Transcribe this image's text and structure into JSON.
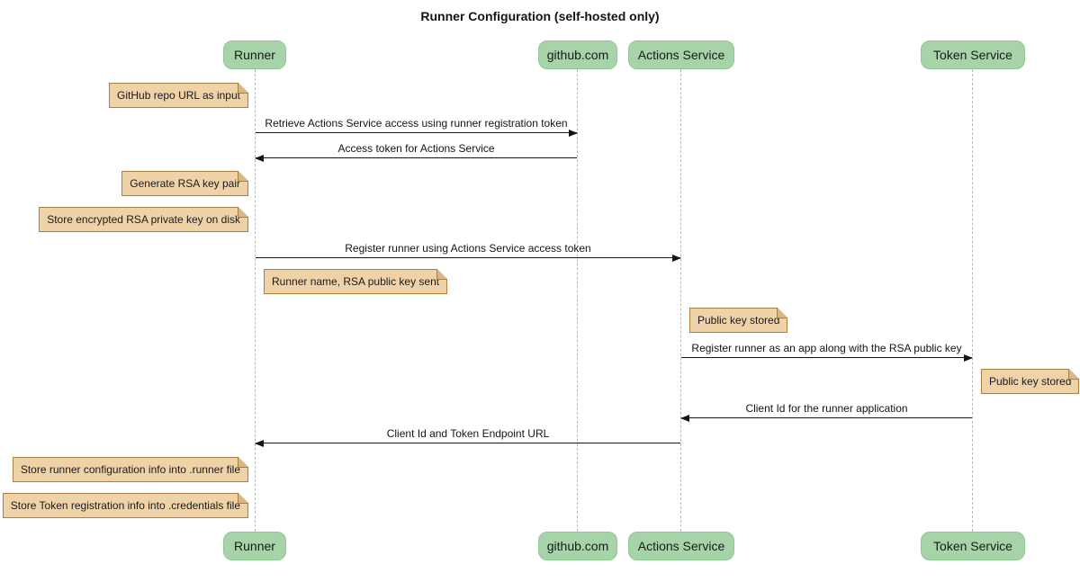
{
  "title": "Runner Configuration (self-hosted only)",
  "participants": [
    {
      "name": "Runner"
    },
    {
      "name": "github.com"
    },
    {
      "name": "Actions Service"
    },
    {
      "name": "Token Service"
    }
  ],
  "messages": [
    {
      "from": "Runner",
      "to": "github.com",
      "label": "Retrieve Actions Service access using runner registration token"
    },
    {
      "from": "github.com",
      "to": "Runner",
      "label": "Access token for Actions Service"
    },
    {
      "from": "Runner",
      "to": "Actions Service",
      "label": "Register runner using Actions Service access token"
    },
    {
      "from": "Actions Service",
      "to": "Token Service",
      "label": "Register runner as an app along with the RSA public key"
    },
    {
      "from": "Token Service",
      "to": "Actions Service",
      "label": "Client Id for the runner application"
    },
    {
      "from": "Actions Service",
      "to": "Runner",
      "label": "Client Id and Token Endpoint URL"
    }
  ],
  "notes": [
    {
      "position": "left of Runner",
      "text": "GitHub repo URL as input"
    },
    {
      "position": "left of Runner",
      "text": "Generate RSA key pair"
    },
    {
      "position": "left of Runner",
      "text": "Store encrypted RSA private key on disk"
    },
    {
      "position": "right of Runner",
      "text": "Runner name, RSA public key sent"
    },
    {
      "position": "right of Actions Service",
      "text": "Public key stored"
    },
    {
      "position": "right of Token Service",
      "text": "Public key stored"
    },
    {
      "position": "left of Runner",
      "text": "Store runner configuration info into .runner file"
    },
    {
      "position": "left of Runner",
      "text": "Store Token registration info into .credentials file"
    }
  ],
  "colors": {
    "background": "#ffffff",
    "participant_fill": "#a7d3a9",
    "participant_border": "#94c59a",
    "note_fill": "#efd2a8",
    "note_border": "#a8813f",
    "note_fold": "#d9b886",
    "lifeline": "#b9b9b9",
    "arrow": "#141414"
  }
}
